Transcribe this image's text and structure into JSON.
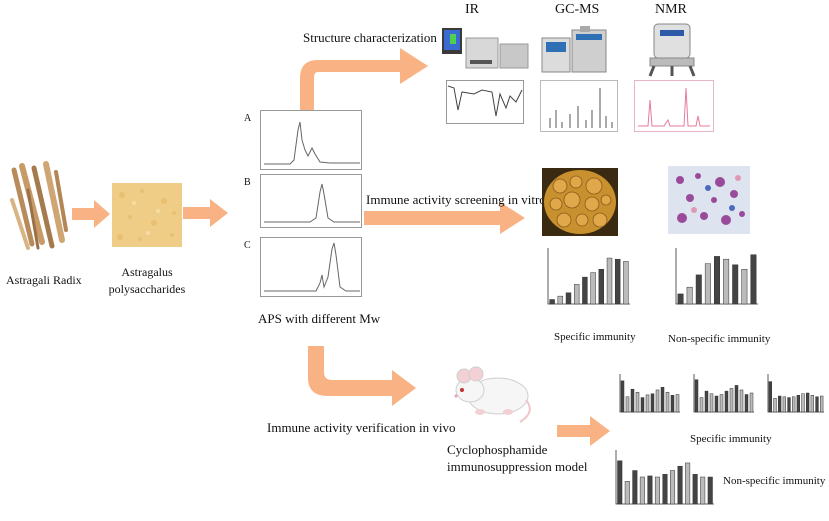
{
  "title": "",
  "colors": {
    "arrow": "#f8b283",
    "panel_border": "#999999",
    "trace": "#666666",
    "petri_bg": "#d9a94b",
    "cell_stain": "#8a3a8a"
  },
  "source": {
    "herb_label": "Astragali Radix",
    "powder_label_line1": "Astragalus",
    "powder_label_line2": "polysaccharides"
  },
  "aps": {
    "label": "APS with different Mw",
    "chromatograms": [
      {
        "letter": "A"
      },
      {
        "letter": "B"
      },
      {
        "letter": "C"
      }
    ]
  },
  "structure": {
    "title": "Structure characterization",
    "methods": [
      "IR",
      "GC-MS",
      "NMR"
    ]
  },
  "in_vitro": {
    "title": "Immune activity screening in vitro",
    "specific_label": "Specific immunity",
    "nonspecific_label": "Non-specific immunity",
    "specific_bars": [
      8,
      14,
      20,
      35,
      48,
      56,
      62,
      82,
      80,
      76
    ],
    "nonspecific_bars": [
      18,
      30,
      52,
      72,
      85,
      80,
      70,
      62,
      88
    ]
  },
  "in_vivo": {
    "title": "Immune activity verification in vivo",
    "model_line1": "Cyclophosphamide",
    "model_line2": "immunosuppression model",
    "specific_label": "Specific immunity",
    "nonspecific_label": "Non-specific immunity",
    "specific_panels": [
      [
        82,
        40,
        60,
        52,
        38,
        45,
        48,
        58,
        65,
        52,
        44,
        46
      ],
      [
        85,
        38,
        55,
        48,
        42,
        46,
        55,
        62,
        70,
        58,
        46,
        50
      ],
      [
        80,
        36,
        42,
        40,
        38,
        40,
        44,
        48,
        50,
        44,
        40,
        42
      ]
    ],
    "nonspecific_bars": [
      80,
      42,
      62,
      50,
      52,
      50,
      55,
      62,
      70,
      76,
      55,
      50,
      50
    ]
  }
}
